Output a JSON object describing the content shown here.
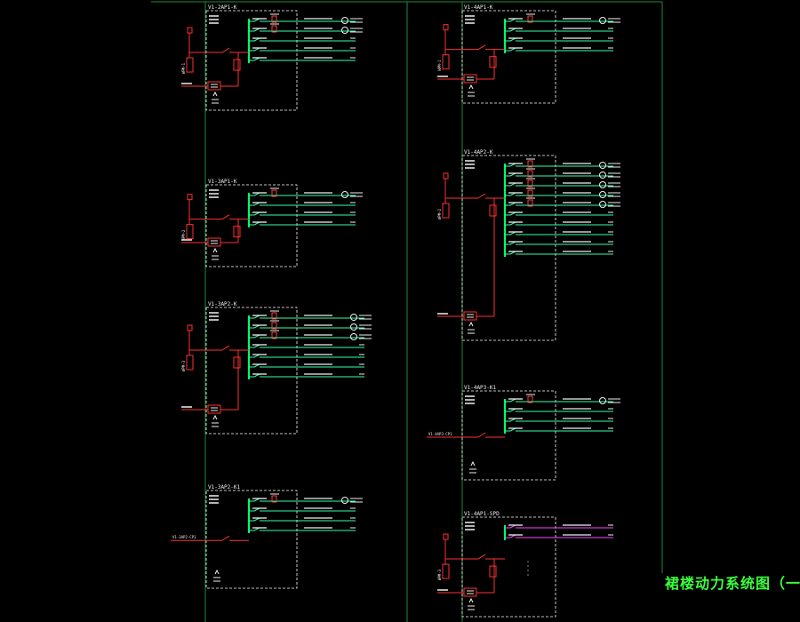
{
  "title": "裙楼动力系统图（一）",
  "colors": {
    "background": "#000000",
    "frame": "#ffffff",
    "grid_line": "#1f8a3a",
    "bus": "#00ff66",
    "feed": "#ff3030",
    "circuit": "#33ffaa",
    "label_white": "#f0f0f0",
    "label_red": "#ff4040",
    "label_green": "#5cff9c",
    "highlight": "#ff44ff",
    "title_green": "#3cff3c"
  },
  "panels": [
    {
      "id": "p1",
      "name": "V1-2AP1-K",
      "circuits": 5,
      "feeder": "WPM-1",
      "motors": 2,
      "mode": "cable"
    },
    {
      "id": "p2",
      "name": "V1-3AP1-K",
      "circuits": 4,
      "feeder": "WPM-2",
      "motors": 1,
      "mode": "cable"
    },
    {
      "id": "p3",
      "name": "V1-3AP2-K",
      "circuits": 7,
      "feeder": "WPM-3",
      "motors": 3,
      "mode": "cable"
    },
    {
      "id": "p4",
      "name": "V1-3AP2-K1",
      "circuits": 4,
      "feeder": "V1-3AP2-CP1",
      "motors": 1,
      "mode": "line"
    },
    {
      "id": "p5",
      "name": "V1-4AP1-K",
      "circuits": 4,
      "feeder": "WPM-1",
      "motors": 1,
      "mode": "cable"
    },
    {
      "id": "p6",
      "name": "V1-4AP2-K",
      "circuits": 10,
      "feeder": "WPM-2",
      "motors": 5,
      "mode": "cable"
    },
    {
      "id": "p7",
      "name": "V1-4AP3-K1",
      "circuits": 4,
      "feeder": "V1-4AP3-CP1",
      "motors": 1,
      "mode": "line"
    },
    {
      "id": "p8",
      "name": "V1-4AP1-SPD",
      "circuits": 2,
      "feeder": "WPM-3",
      "motors": 0,
      "mode": "cable"
    }
  ]
}
